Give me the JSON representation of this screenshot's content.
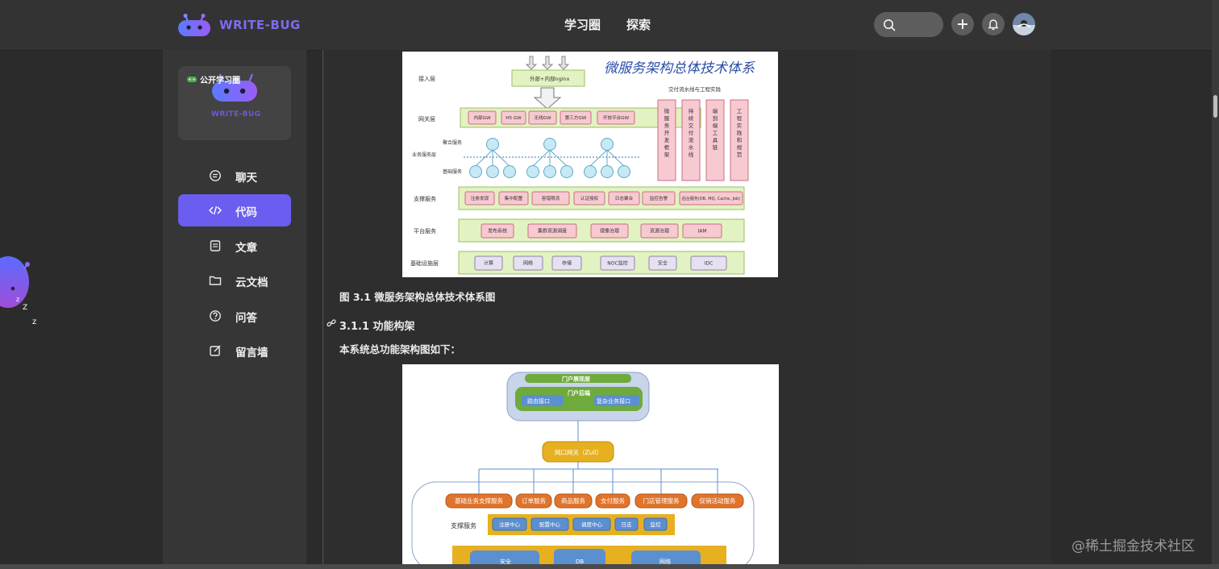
{
  "header": {
    "brand": "WRITE-BUG",
    "nav": [
      "学习圈",
      "探索"
    ]
  },
  "sidebar": {
    "circle_label": "公开学习圈",
    "circle_brand": "WRITE-BUG",
    "items": [
      {
        "label": "聊天",
        "icon": "chat-icon"
      },
      {
        "label": "代码",
        "icon": "code-icon",
        "active": true
      },
      {
        "label": "文章",
        "icon": "article-icon"
      },
      {
        "label": "云文档",
        "icon": "folder-icon"
      },
      {
        "label": "问答",
        "icon": "question-icon"
      },
      {
        "label": "留言墙",
        "icon": "edit-icon"
      }
    ]
  },
  "article": {
    "figure1_caption": "图 3.1 微服务架构总体技术体系图",
    "section_heading": "3.1.1 功能构架",
    "section_intro": "本系统总功能架构图如下："
  },
  "diagram1": {
    "title": "微服务架构总体技术体系",
    "entry_layer": "接入层",
    "entry_box": "外部+内部nginx",
    "gateway_layer": "网关层",
    "gateways": [
      "内部GW",
      "H5 GW",
      "无线GW",
      "第三方GW",
      "开放平台GW"
    ],
    "aggregate_label": "聚合服务",
    "business_label": "业务服务层",
    "base_label": "基础服务",
    "delivery_title": "交付流水线与工程实践",
    "delivery_columns": [
      "微服务开发框架",
      "持续交付流水线",
      "端到端工具链",
      "工程实践和规范"
    ],
    "support_layer": "支撑服务",
    "support_items": [
      "注册发现",
      "集中配置",
      "容错限流",
      "认证授权",
      "日志聚合",
      "监控告警",
      "后台服务(DB, MQ, Cache, Job)"
    ],
    "platform_layer": "平台服务",
    "platform_items": [
      "发布系统",
      "集群资源调度",
      "镜像治理",
      "资源治理",
      "IAM"
    ],
    "infra_layer": "基础设施层",
    "infra_items": [
      "计算",
      "网络",
      "存储",
      "NOC监控",
      "安全",
      "IDC"
    ]
  },
  "diagram2": {
    "portal_front": "门户展现层",
    "portal_back": "门户后端",
    "portal_apis": [
      "路由接口",
      "复杂业务接口"
    ],
    "gateway": "网口网关（Zull）",
    "services": [
      "基础业务支撑服务",
      "订单服务",
      "商品服务",
      "支付服务",
      "门店管理服务",
      "促销活动服务"
    ],
    "support_label": "支撑服务",
    "support_items": [
      "注册中心",
      "配置中心",
      "调度中心",
      "日志",
      "监控"
    ],
    "bottom_items": [
      "安全",
      "DB",
      "网络"
    ]
  },
  "watermark": "@稀土掘金技术社区",
  "colors": {
    "accent": "#6a5df0",
    "topbar": "#333333",
    "background": "#2b2b2b"
  }
}
